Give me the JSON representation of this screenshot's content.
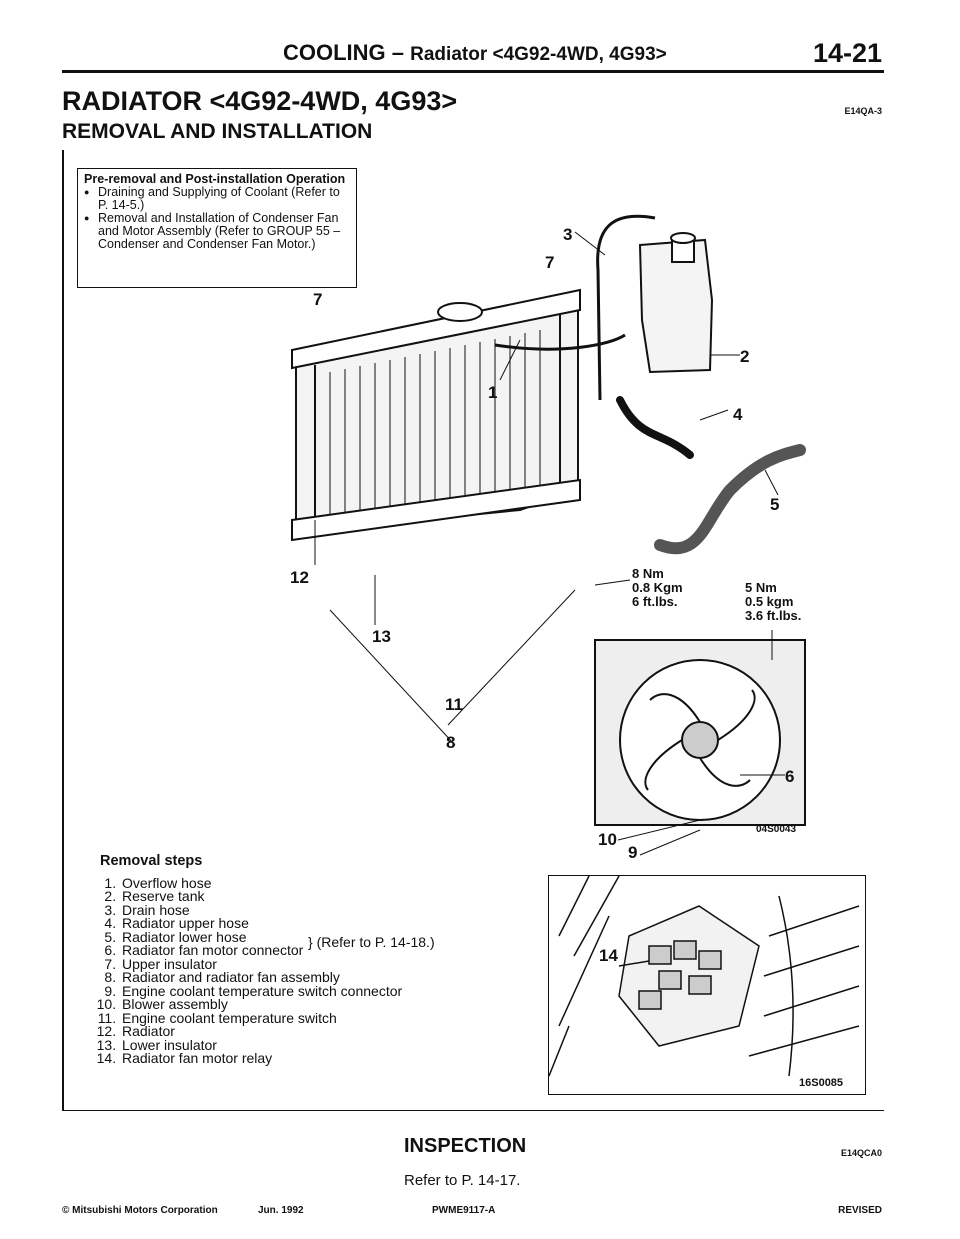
{
  "header": {
    "title": "COOLING –",
    "subtitle": "Radiator <4G92-4WD, 4G93>",
    "page": "14-21"
  },
  "section": {
    "title": "RADIATOR <4G92-4WD, 4G93>",
    "code": "E14QA-3",
    "subtitle": "REMOVAL AND INSTALLATION"
  },
  "pre_box": {
    "title": "Pre-removal and Post-installation Operation",
    "items": [
      "Draining and Supplying of Coolant (Refer to P. 14-5.)",
      "Removal and Installation of Condenser Fan and Motor Assembly (Refer to GROUP 55 – Condenser and Condenser Fan Motor.)"
    ]
  },
  "diagram": {
    "callouts": [
      "1",
      "2",
      "3",
      "4",
      "5",
      "6",
      "7",
      "7",
      "8",
      "9",
      "10",
      "11",
      "12",
      "13"
    ],
    "torque_a": [
      "8 Nm",
      "0.8 Kgm",
      "6 ft.lbs."
    ],
    "torque_b": [
      "5 Nm",
      "0.5 kgm",
      "3.6 ft.lbs."
    ],
    "figure_code": "04S0043"
  },
  "removal": {
    "title": "Removal steps",
    "steps": [
      "Overflow hose",
      "Reserve tank",
      "Drain hose",
      "Radiator upper hose",
      "Radiator lower hose",
      "Radiator fan motor connector",
      "Upper insulator",
      "Radiator and radiator fan assembly",
      "Engine coolant temperature switch connector",
      "Blower assembly",
      "Engine coolant temperature switch",
      "Radiator",
      "Lower insulator",
      "Radiator fan motor relay"
    ],
    "ref_note": "(Refer to P. 14-18.)"
  },
  "inset": {
    "callout": "14",
    "figure_code": "16S0085"
  },
  "inspection": {
    "title": "INSPECTION",
    "code": "E14QCA0",
    "text": "Refer to P. 14-17."
  },
  "footer": {
    "copyright": "© Mitsubishi Motors Corporation",
    "date": "Jun. 1992",
    "doc": "PWME9117-A",
    "status": "REVISED"
  }
}
